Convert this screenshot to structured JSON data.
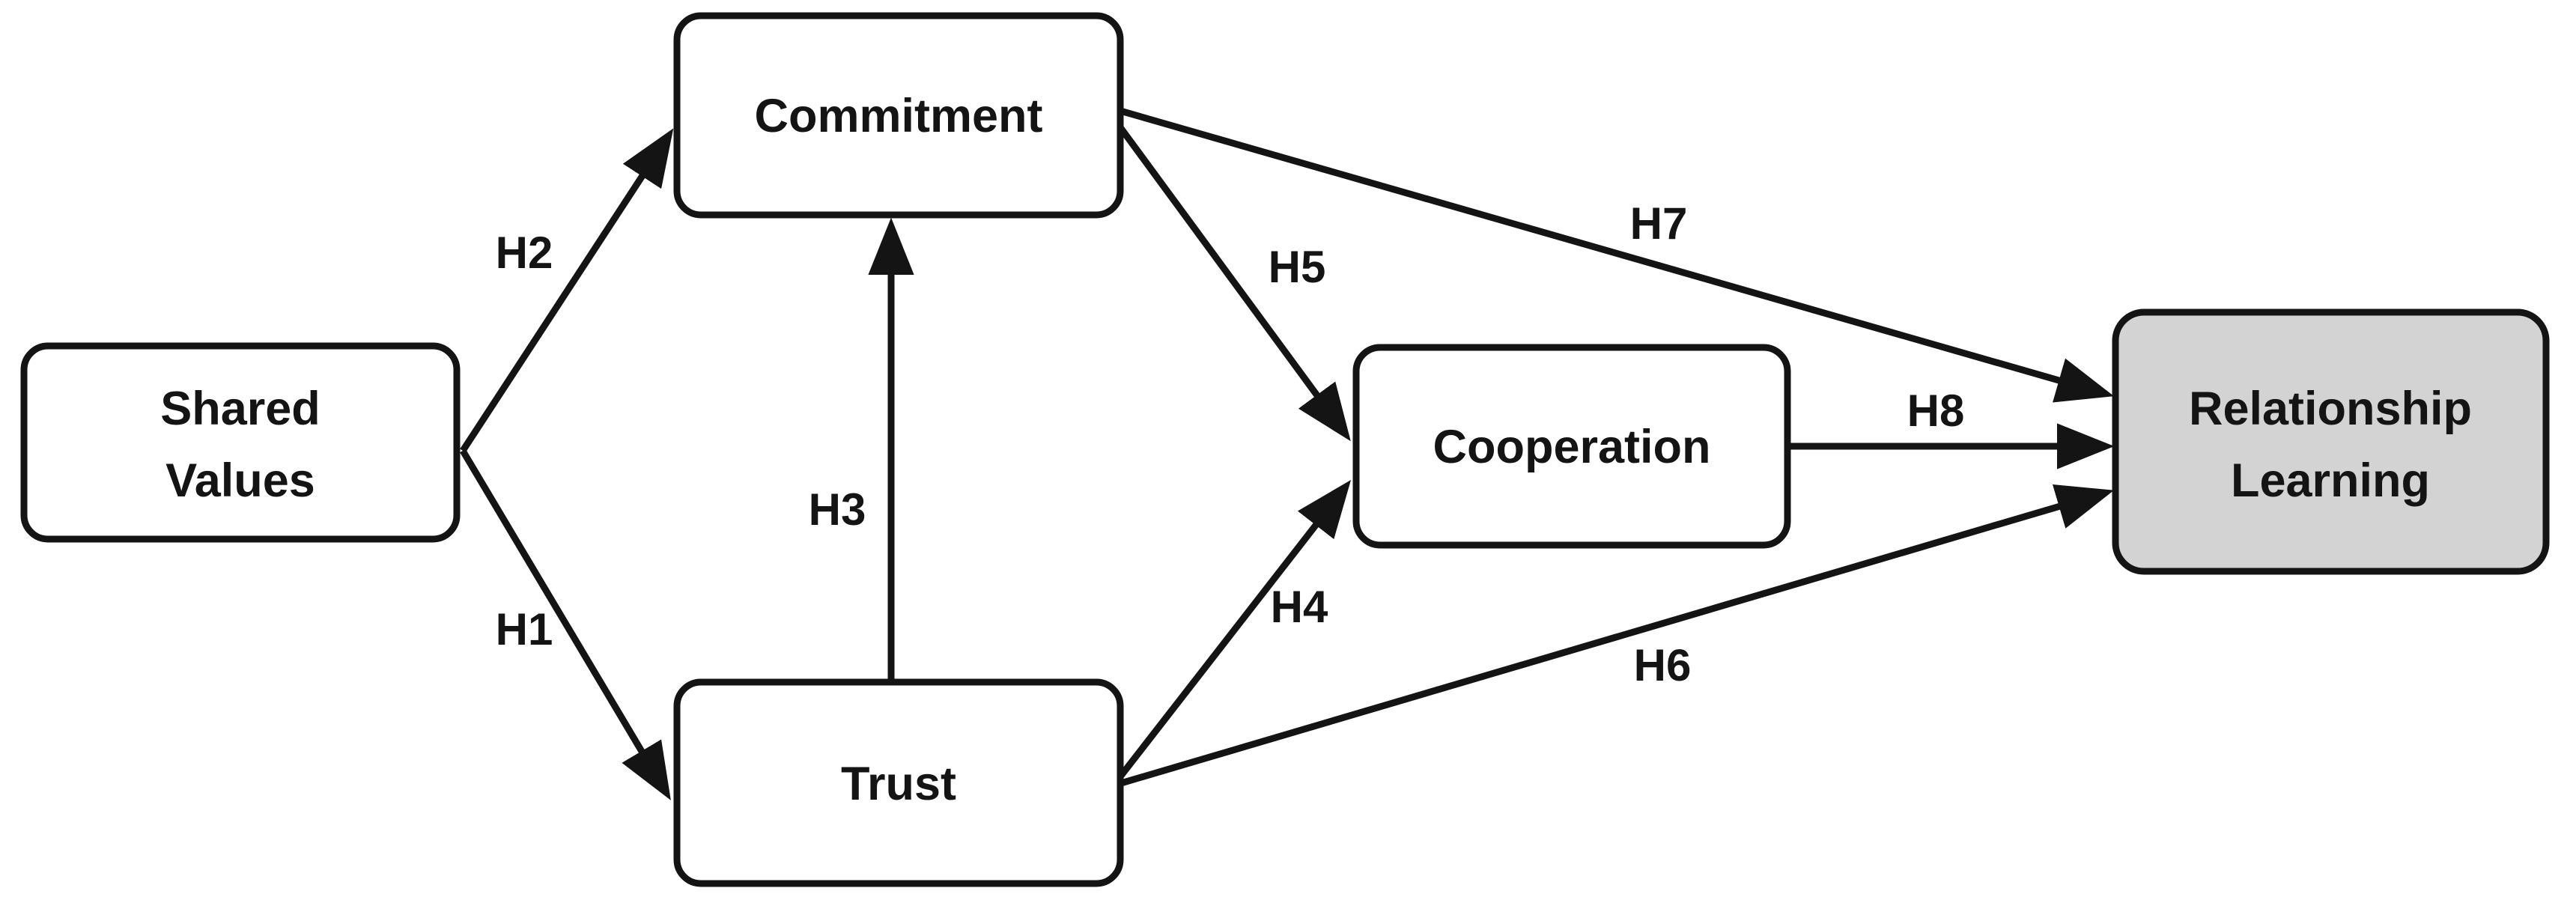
{
  "diagram": {
    "type": "path-model",
    "description": "Conceptual research model with hypotheses H1-H8",
    "colors": {
      "stroke": "#141414",
      "text": "#141414",
      "node_fill": "#ffffff",
      "highlight_fill": "#d3d3d3",
      "background": "#ffffff"
    },
    "nodes": [
      {
        "id": "shared_values",
        "label": "Shared Values",
        "label_lines": [
          "Shared",
          "Values"
        ],
        "fill": "#ffffff"
      },
      {
        "id": "commitment",
        "label": "Commitment",
        "label_lines": [
          "Commitment"
        ],
        "fill": "#ffffff"
      },
      {
        "id": "trust",
        "label": "Trust",
        "label_lines": [
          "Trust"
        ],
        "fill": "#ffffff"
      },
      {
        "id": "cooperation",
        "label": "Cooperation",
        "label_lines": [
          "Cooperation"
        ],
        "fill": "#ffffff"
      },
      {
        "id": "relationship_learning",
        "label": "Relationship Learning",
        "label_lines": [
          "Relationship",
          "Learning"
        ],
        "fill": "#d3d3d3"
      }
    ],
    "edges": [
      {
        "id": "h1",
        "label": "H1",
        "from": "shared_values",
        "to": "trust"
      },
      {
        "id": "h2",
        "label": "H2",
        "from": "shared_values",
        "to": "commitment"
      },
      {
        "id": "h3",
        "label": "H3",
        "from": "trust",
        "to": "commitment"
      },
      {
        "id": "h4",
        "label": "H4",
        "from": "trust",
        "to": "cooperation"
      },
      {
        "id": "h5",
        "label": "H5",
        "from": "commitment",
        "to": "cooperation"
      },
      {
        "id": "h6",
        "label": "H6",
        "from": "trust",
        "to": "relationship_learning"
      },
      {
        "id": "h7",
        "label": "H7",
        "from": "commitment",
        "to": "relationship_learning"
      },
      {
        "id": "h8",
        "label": "H8",
        "from": "cooperation",
        "to": "relationship_learning"
      }
    ]
  }
}
